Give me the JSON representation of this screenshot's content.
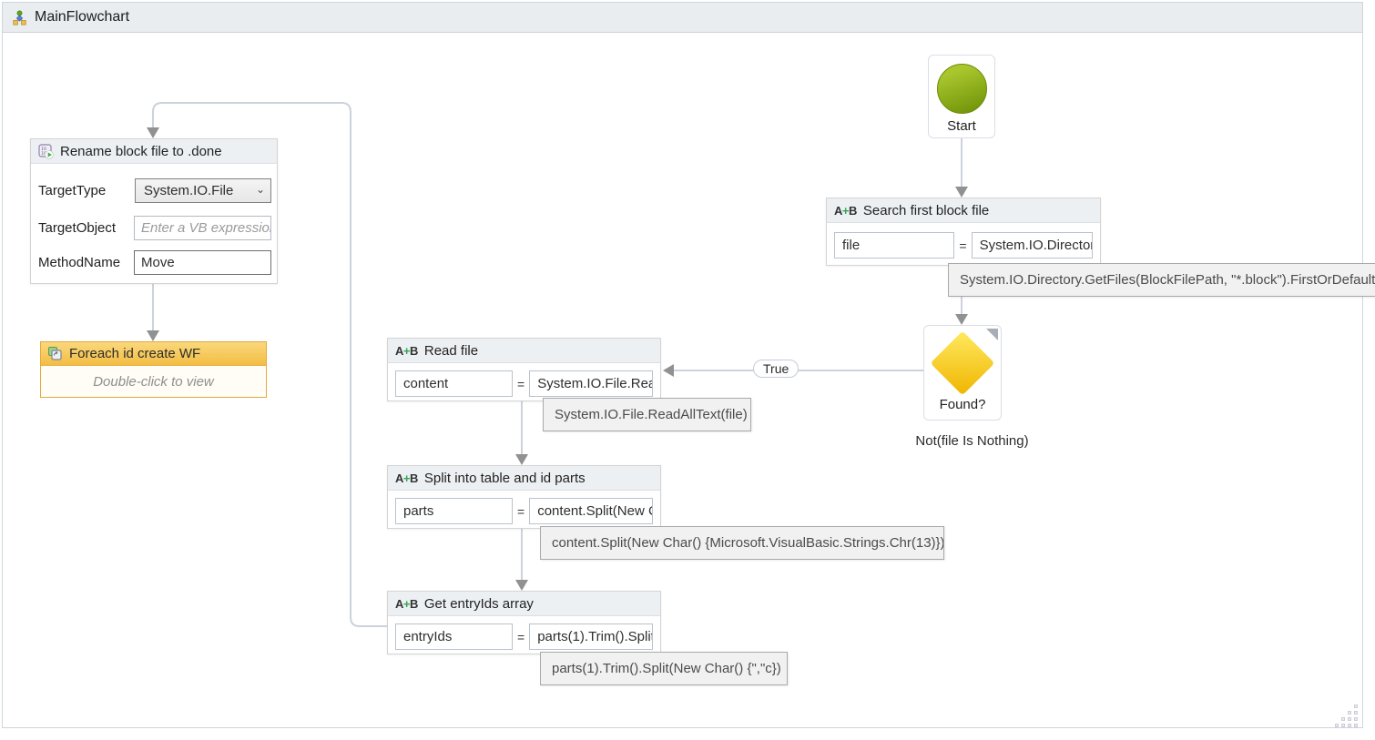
{
  "header": {
    "title": "MainFlowchart"
  },
  "icons": {
    "assign": {
      "a": "A",
      "plus": "+",
      "b": "B"
    },
    "equals": "=",
    "chevron": "⌄"
  },
  "nodes": {
    "rename": {
      "title": "Rename block file to .done",
      "target_type_label": "TargetType",
      "target_type_value": "System.IO.File",
      "target_object_label": "TargetObject",
      "target_object_placeholder": "Enter a VB expression",
      "method_name_label": "MethodName",
      "method_name_value": "Move"
    },
    "foreach": {
      "title": "Foreach id create WF",
      "body": "Double-click to view"
    },
    "start": {
      "label": "Start"
    },
    "search": {
      "title": "Search first block file",
      "to": "file",
      "value": "System.IO.Directory.GetFiles(BlockFilePath, \"*.block\").FirstOrDefault()"
    },
    "found": {
      "label": "Found?",
      "condition": "Not(file Is Nothing)",
      "true_label": "True"
    },
    "read": {
      "title": "Read file",
      "to": "content",
      "value": "System.IO.File.ReadAllText(file)"
    },
    "split": {
      "title": "Split into table and id parts",
      "to": "parts",
      "value": "content.Split(New Char() {Microsoft.VisualBasic.Strings.Chr(13)})"
    },
    "getentry": {
      "title": "Get entryIds array",
      "to": "entryIds",
      "value": "parts(1).Trim().Split(New Char() {\",\"c})"
    }
  },
  "tooltips": {
    "search": "System.IO.Directory.GetFiles(BlockFilePath, \"*.block\").FirstOrDefault()",
    "read": "System.IO.File.ReadAllText(file)",
    "split": "content.Split(New Char() {Microsoft.VisualBasic.Strings.Chr(13)})",
    "getentry": "parts(1).Trim().Split(New Char() {\",\"c})"
  },
  "colors": {
    "accent_green": "#7f9e10",
    "accent_yellow": "#f5c443",
    "connector": "#ccd2db",
    "arrowhead": "#919191",
    "titlebar_bg": "#e9edf0",
    "activity_header_bg": "#edf0f3",
    "foreach_header_bg": "#f6c64e",
    "tooltip_bg": "#f1f1f1"
  }
}
